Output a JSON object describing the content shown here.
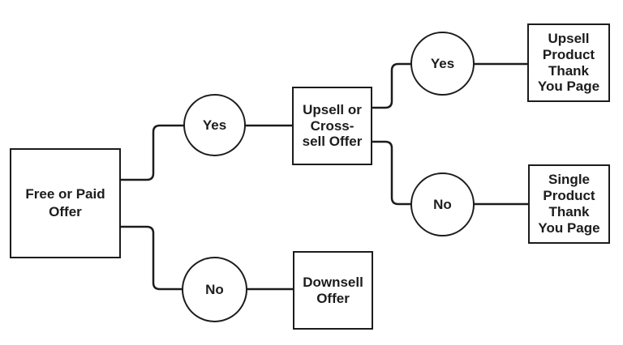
{
  "diagram": {
    "type": "flowchart",
    "background_color": "#ffffff",
    "stroke_color": "#1c1c1c",
    "text_color": "#1c1c1c",
    "node_fill_color": "#ffffff",
    "nodes": {
      "free_paid_offer": {
        "shape": "rectangle",
        "label": "Free or Paid\nOffer"
      },
      "decision_yes_1": {
        "shape": "circle",
        "label": "Yes"
      },
      "decision_no_1": {
        "shape": "circle",
        "label": "No"
      },
      "upsell_cross_sell_offer": {
        "shape": "rectangle",
        "label": "Upsell or\nCross-\nsell Offer"
      },
      "downsell_offer": {
        "shape": "rectangle",
        "label": "Downsell\nOffer"
      },
      "decision_yes_2": {
        "shape": "circle",
        "label": "Yes"
      },
      "decision_no_2": {
        "shape": "circle",
        "label": "No"
      },
      "upsell_product_thank_you_page": {
        "shape": "rectangle",
        "label": "Upsell\nProduct\nThank\nYou Page"
      },
      "single_product_thank_you_page": {
        "shape": "rectangle",
        "label": "Single\nProduct\nThank\nYou Page"
      }
    },
    "edges": [
      {
        "from": "free_paid_offer",
        "to": "decision_yes_1"
      },
      {
        "from": "decision_yes_1",
        "to": "upsell_cross_sell_offer"
      },
      {
        "from": "free_paid_offer",
        "to": "decision_no_1"
      },
      {
        "from": "decision_no_1",
        "to": "downsell_offer"
      },
      {
        "from": "upsell_cross_sell_offer",
        "to": "decision_yes_2"
      },
      {
        "from": "decision_yes_2",
        "to": "upsell_product_thank_you_page"
      },
      {
        "from": "upsell_cross_sell_offer",
        "to": "decision_no_2"
      },
      {
        "from": "decision_no_2",
        "to": "single_product_thank_you_page"
      }
    ]
  }
}
